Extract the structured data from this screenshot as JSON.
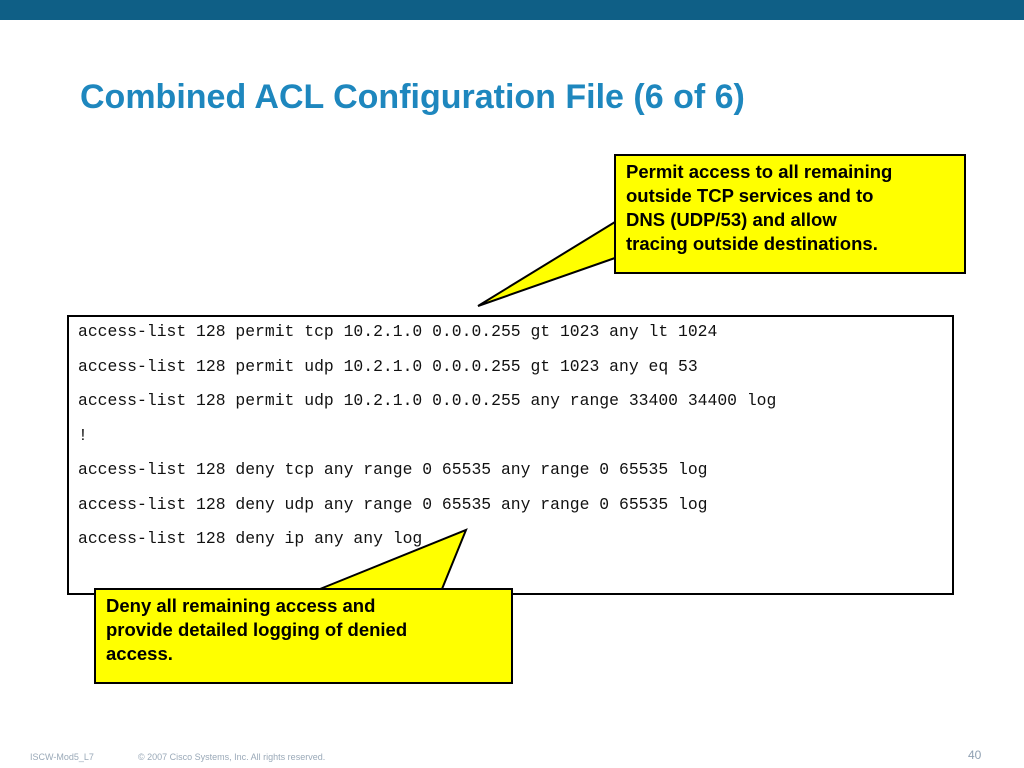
{
  "slide": {
    "title": "Combined ACL Configuration File (6 of 6)"
  },
  "code": {
    "lines": [
      "access-list 128 permit tcp 10.2.1.0 0.0.0.255 gt 1023 any lt 1024",
      "access-list 128 permit udp 10.2.1.0 0.0.0.255 gt 1023 any eq 53",
      "access-list 128 permit udp 10.2.1.0 0.0.0.255 any range 33400 34400 log",
      "!",
      "access-list 128 deny tcp any range 0 65535 any range 0 65535 log",
      "access-list 128 deny udp any range 0 65535 any range 0 65535 log",
      "access-list 128 deny ip any any log"
    ]
  },
  "callouts": {
    "top": {
      "lines": [
        "Permit access to all remaining",
        "outside TCP services and to",
        "DNS (UDP/53) and allow",
        "tracing outside destinations."
      ]
    },
    "bottom": {
      "lines": [
        "Deny all remaining access and",
        "provide detailed logging of denied",
        "access."
      ]
    }
  },
  "footer": {
    "course": "ISCW-Mod5_L7",
    "copyright": "© 2007 Cisco Systems, Inc. All rights reserved.",
    "page": "40"
  },
  "colors": {
    "top_bar": "#0f5f86",
    "title": "#1e87be",
    "callout_fill": "#ffff00"
  }
}
